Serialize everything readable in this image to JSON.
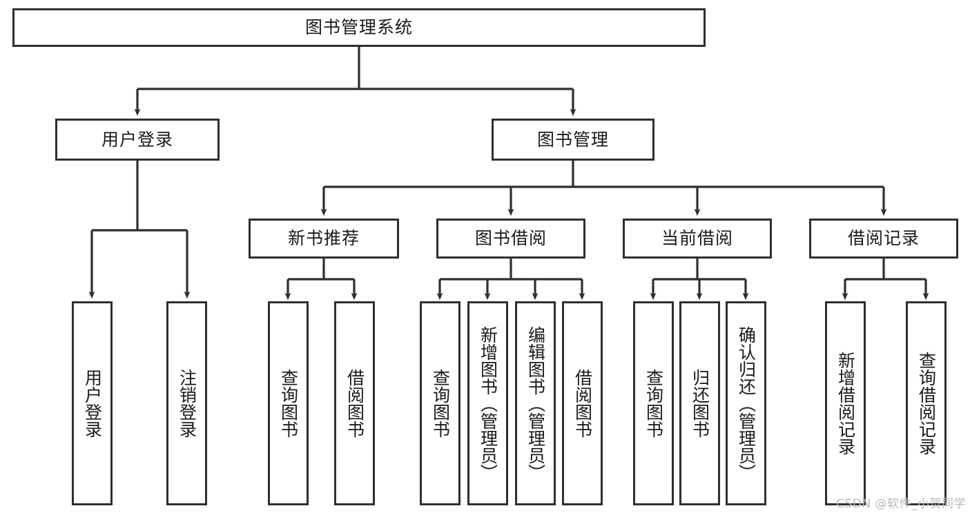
{
  "diagram": {
    "type": "tree-hierarchy-chart",
    "title": "图书管理系统",
    "background_color": "#ffffff",
    "line_color": "#2f2f2f",
    "text_color": "#1a1a1a",
    "root": {
      "label": "图书管理系统"
    },
    "level2": [
      {
        "label": "用户登录"
      },
      {
        "label": "图书管理"
      }
    ],
    "level3": [
      {
        "label": "新书推荐"
      },
      {
        "label": "图书借阅"
      },
      {
        "label": "当前借阅"
      },
      {
        "label": "借阅记录"
      }
    ],
    "leaves": {
      "user_login": [
        {
          "label": "用户登录"
        },
        {
          "label": "注销登录"
        }
      ],
      "new_book_recommend": [
        {
          "label": "查询图书"
        },
        {
          "label": "借阅图书"
        }
      ],
      "book_borrow": [
        {
          "label": "查询图书"
        },
        {
          "label": "新增图书（管理员）"
        },
        {
          "label": "编辑图书（管理员）"
        },
        {
          "label": "借阅图书"
        }
      ],
      "current_borrow": [
        {
          "label": "查询图书"
        },
        {
          "label": "归还图书"
        },
        {
          "label": "确认归还（管理员）"
        }
      ],
      "borrow_records": [
        {
          "label": "新增借阅记录"
        },
        {
          "label": "查询借阅记录"
        }
      ]
    }
  },
  "watermark": {
    "text": "CSDN @软件_小贺同学"
  }
}
